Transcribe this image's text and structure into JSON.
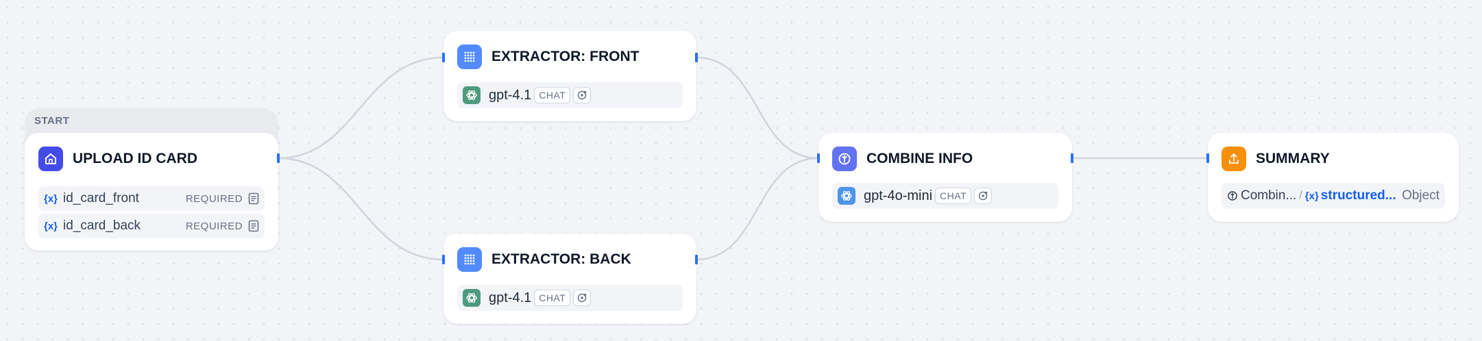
{
  "start_tag": "START",
  "nodes": {
    "upload": {
      "title": "UPLOAD ID CARD",
      "vars": [
        {
          "glyph": "{x}",
          "name": "id_card_front",
          "badge": "REQUIRED"
        },
        {
          "glyph": "{x}",
          "name": "id_card_back",
          "badge": "REQUIRED"
        }
      ]
    },
    "front": {
      "title": "EXTRACTOR: FRONT",
      "model": "gpt-4.1",
      "mode": "CHAT"
    },
    "back": {
      "title": "EXTRACTOR: BACK",
      "model": "gpt-4.1",
      "mode": "CHAT"
    },
    "combine": {
      "title": "COMBINE INFO",
      "model": "gpt-4o-mini",
      "mode": "CHAT"
    },
    "summary": {
      "title": "SUMMARY",
      "source": "Combin...",
      "separator": "/",
      "var_glyph": "{x}",
      "var": "structured...",
      "type": "Object"
    }
  },
  "colors": {
    "start_icon": "#444ce7",
    "llm_icon": "#528bff",
    "combine_icon": "#6172f3",
    "summary_icon": "#f79009",
    "openai_green": "#4e9a7e",
    "openai_blue": "#4d95e8",
    "handle": "#2970ff",
    "edge": "#d0d5dd"
  },
  "icons": {
    "start": "home-icon",
    "llm": "llm-grid-icon",
    "combine": "combine-icon",
    "summary": "end-flag-icon",
    "model": "openai-icon",
    "settings": "model-settings-icon",
    "file": "file-doc-icon"
  }
}
